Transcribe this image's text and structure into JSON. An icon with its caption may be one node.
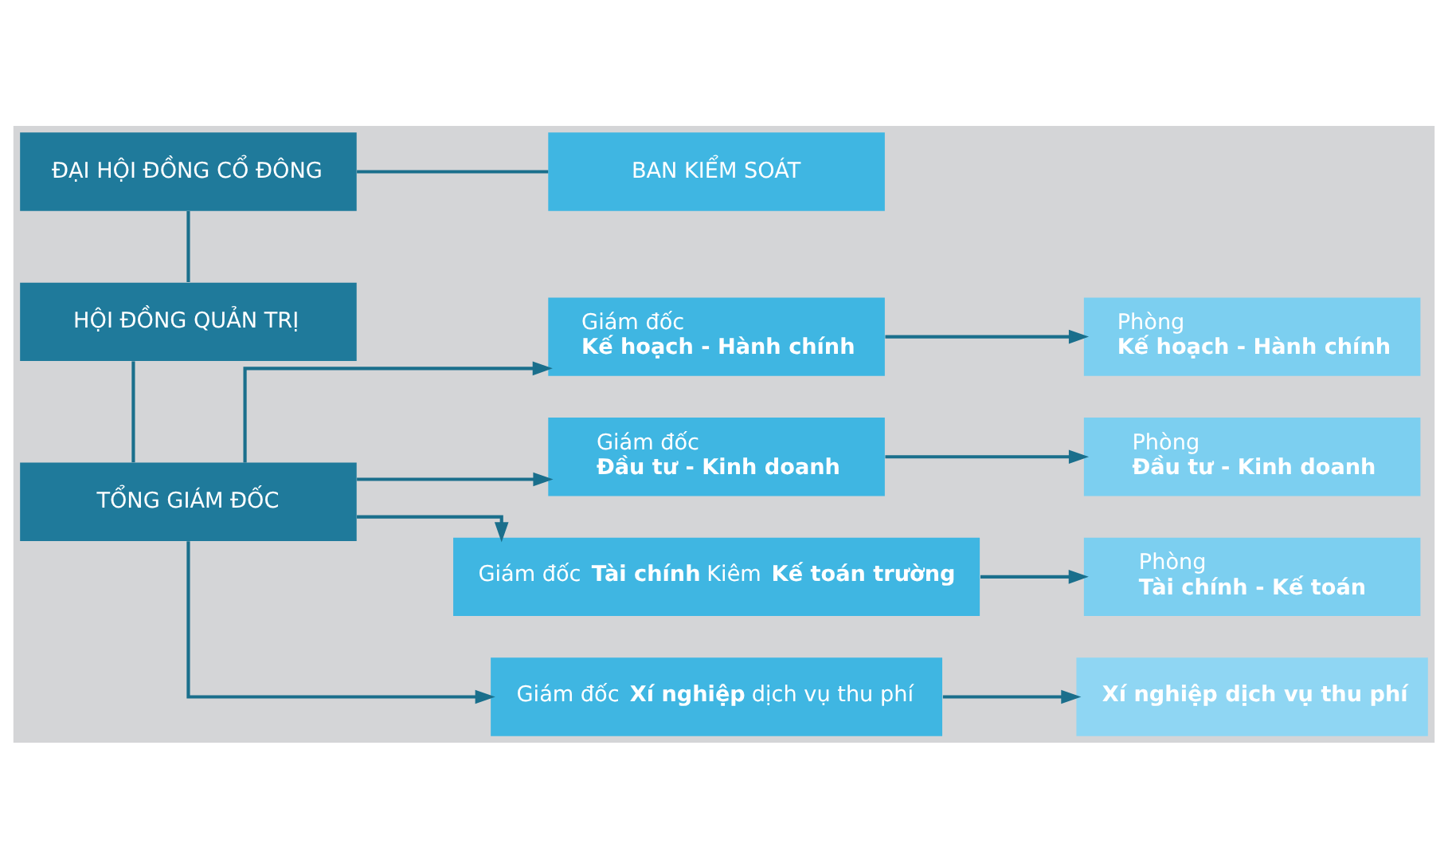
{
  "diagram": {
    "nodes": [
      {
        "text": [
          "ĐẠI HỘI ĐỒNG CỔ ĐÔNG"
        ]
      },
      {
        "text": [
          "BAN KIỂM SOÁT"
        ]
      },
      {
        "text": [
          "HỘI ĐỒNG QUẢN TRỊ"
        ]
      },
      {
        "text": [
          "TỔNG GIÁM ĐỐC"
        ]
      },
      {
        "text": [
          "Giám đốc",
          "Kế hoạch - Hành chính"
        ]
      },
      {
        "text": [
          "Giám đốc",
          "Đầu tư - Kinh doanh"
        ]
      },
      {
        "text": [
          "Giám đốc **Tài chính** Kiêm **Kế toán trường**"
        ]
      },
      {
        "text": [
          "Giám đốc **Xí nghiệp** dịch vụ thu phí"
        ]
      },
      {
        "text": [
          "Phòng",
          "Kế hoạch - Hành chính"
        ]
      },
      {
        "text": [
          "Phòng",
          "Đầu tư - Kinh doanh"
        ]
      },
      {
        "text": [
          "Phòng",
          "Tài chính - Kế toán"
        ]
      },
      {
        "text": [
          "Xí nghiệp dịch vụ thu phí"
        ]
      }
    ],
    "edges": [
      {
        "from": 0,
        "to": 2,
        "arrow": "none"
      },
      {
        "from": 0,
        "to": 1,
        "arrow": "none"
      },
      {
        "from": 2,
        "to": 3,
        "arrow": "none"
      },
      {
        "from": 3,
        "to": 4,
        "arrow": "to"
      },
      {
        "from": 3,
        "to": 5,
        "arrow": "to"
      },
      {
        "from": 3,
        "to": 6,
        "arrow": "to"
      },
      {
        "from": 3,
        "to": 7,
        "arrow": "to"
      },
      {
        "from": 4,
        "to": 8,
        "arrow": "to"
      },
      {
        "from": 5,
        "to": 9,
        "arrow": "to"
      },
      {
        "from": 6,
        "to": 10,
        "arrow": "to"
      },
      {
        "from": 7,
        "to": 11,
        "arrow": "to"
      }
    ]
  }
}
